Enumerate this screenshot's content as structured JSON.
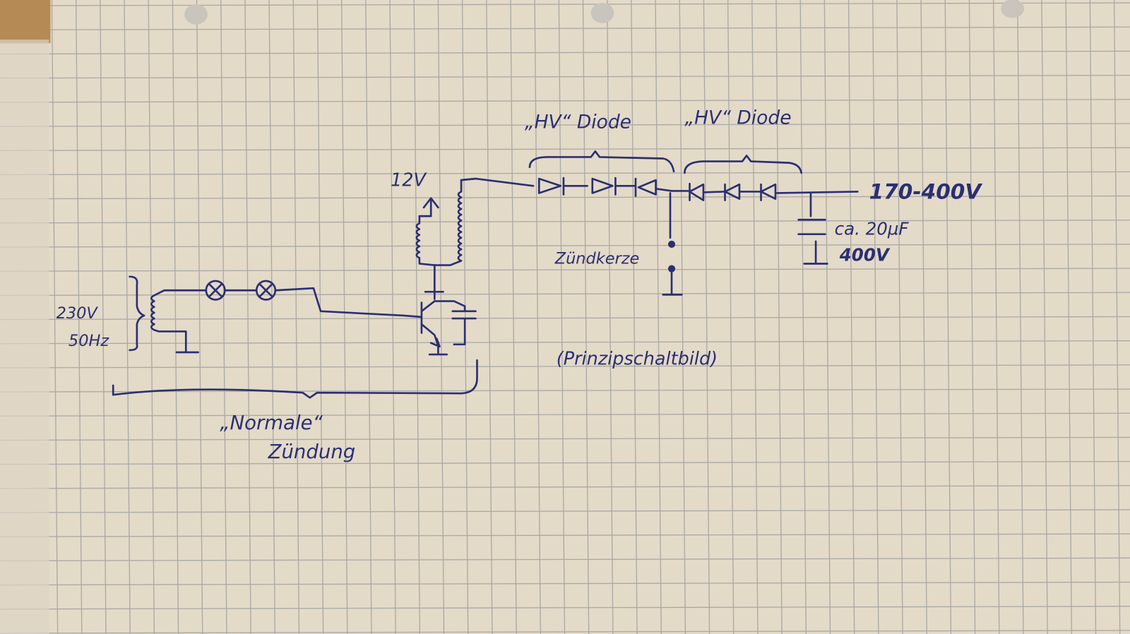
{
  "diagram": {
    "labels": {
      "hv_diode_1": "„HV“ Diode",
      "hv_diode_2": "„HV“ Diode",
      "supply_12v": "12V",
      "supply_hv": "170-400V",
      "capacitor_value": "ca. 20µF",
      "capacitor_voltage": "400V",
      "spark_plug": "Zündkerze",
      "mains_voltage": "230V",
      "mains_freq": "50Hz",
      "caption": "(Prinzipschaltbild)",
      "normal_ignition_1": "„Normale“",
      "normal_ignition_2": "Zündung"
    },
    "colors": {
      "ink": "#2b2f72",
      "paper": "#e3d9c6",
      "grid": "#a9a9a4"
    }
  }
}
